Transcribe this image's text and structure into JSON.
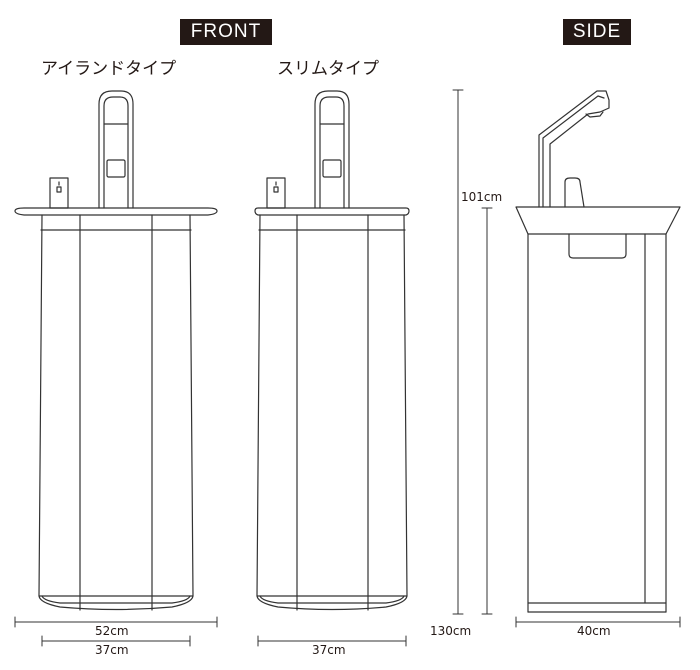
{
  "headers": {
    "front": "FRONT",
    "side": "SIDE"
  },
  "types": {
    "island": "アイランドタイプ",
    "slim": "スリムタイプ"
  },
  "dimensions": {
    "island_top_width": "52cm",
    "island_body_width": "37cm",
    "slim_body_width": "37cm",
    "side_depth": "40cm",
    "counter_height": "101cm",
    "total_height": "130cm"
  },
  "colors": {
    "ink": "#231815",
    "line": "#333333",
    "fill": "#ffffff"
  }
}
